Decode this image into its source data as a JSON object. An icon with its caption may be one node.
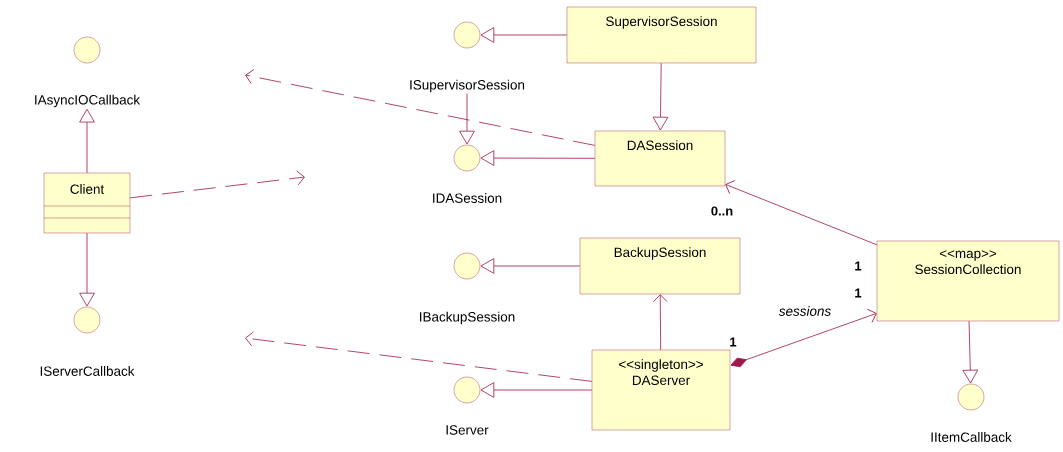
{
  "diagram": {
    "nodes": [
      {
        "text": [
          "IAsyncIOCallback"
        ]
      },
      {
        "text": [
          "Client"
        ]
      },
      {
        "text": [
          "IServerCallback"
        ]
      },
      {
        "text": [
          "ISupervisorSession"
        ]
      },
      {
        "text": [
          "SupervisorSession"
        ]
      },
      {
        "text": [
          "IDASession"
        ]
      },
      {
        "text": [
          "DASession"
        ]
      },
      {
        "text": [
          "IBackupSession"
        ]
      },
      {
        "text": [
          "BackupSession"
        ]
      },
      {
        "text": [
          "IServer"
        ]
      },
      {
        "text": [
          "<<singleton>>",
          "DAServer"
        ]
      },
      {
        "text": [
          "<<map>>",
          "SessionCollection"
        ]
      },
      {
        "text": [
          "IItemCallback"
        ]
      }
    ],
    "edges": [
      {
        "from": 1,
        "to": 0,
        "arrow": "to"
      },
      {
        "from": 1,
        "to": 2,
        "arrow": "to"
      },
      {
        "from": 1,
        "to": null,
        "arrow": "to",
        "style": "dashed"
      },
      {
        "from": 4,
        "to": 3,
        "arrow": "to"
      },
      {
        "from": 4,
        "to": 6,
        "arrow": "to"
      },
      {
        "from": 3,
        "to": 5,
        "arrow": "to"
      },
      {
        "from": 6,
        "to": 5,
        "arrow": "to"
      },
      {
        "from": 6,
        "to": null,
        "arrow": "to",
        "style": "dashed"
      },
      {
        "from": 8,
        "to": 7,
        "arrow": "to"
      },
      {
        "from": 10,
        "to": 8,
        "arrow": "to"
      },
      {
        "from": 10,
        "to": 9,
        "arrow": "to"
      },
      {
        "from": 10,
        "to": null,
        "arrow": "to",
        "style": "dashed"
      },
      {
        "from": 11,
        "to": 6,
        "arrow": "to"
      },
      {
        "from": 10,
        "to": 11,
        "arrow": "to",
        "label": "sessions"
      },
      {
        "from": 11,
        "to": 12,
        "arrow": "to"
      }
    ],
    "labels": [
      "0..n",
      "1",
      "1",
      "1"
    ]
  }
}
